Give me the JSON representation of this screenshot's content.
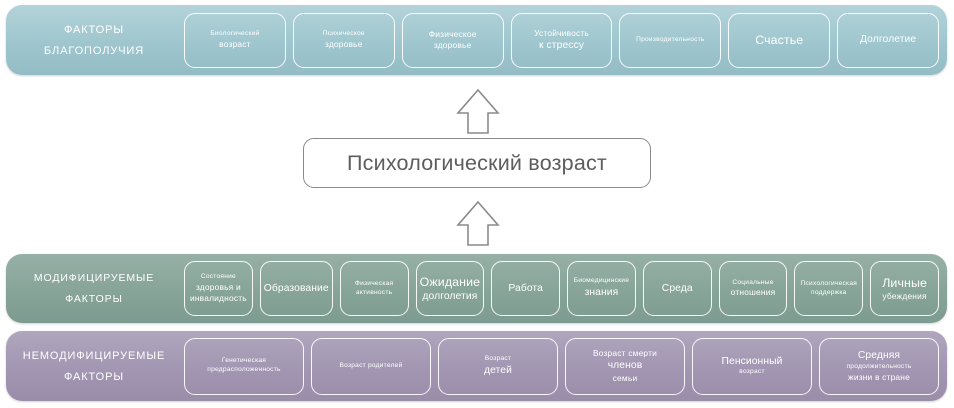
{
  "diagram": {
    "center_node": {
      "label": "Психологический возраст"
    },
    "arrows": [
      {
        "name": "arrow-to-wellbeing",
        "direction": "up"
      },
      {
        "name": "arrow-from-factors",
        "direction": "up"
      }
    ],
    "bands": [
      {
        "id": "wellbeing",
        "title_line1": "ФАКТОРЫ",
        "title_line2": "БЛАГОПОЛУЧИЯ",
        "color": "#9fc6ce",
        "chips": [
          {
            "line1": "Биологический",
            "line2": "возраст",
            "size1": "t-xs",
            "size2": "t-sm"
          },
          {
            "line1": "Психическое",
            "line2": "здоровье",
            "size1": "t-xs",
            "size2": "t-sm"
          },
          {
            "line1": "Физическое",
            "line2": "здоровье",
            "size1": "t-sm",
            "size2": "t-sm"
          },
          {
            "line1": "Устойчивость",
            "line2": "к стрессу",
            "size1": "t-sm",
            "size2": "t-md"
          },
          {
            "line1": "Производительность",
            "line2": "",
            "size1": "t-xs",
            "size2": "t-xs"
          },
          {
            "line1": "Счастье",
            "line2": "",
            "size1": "t-lg",
            "size2": "t-lg"
          },
          {
            "line1": "Долголетие",
            "line2": "",
            "size1": "t-md",
            "size2": "t-md"
          }
        ]
      },
      {
        "id": "modifiable",
        "title_line1": "МОДИФИЦИРУЕМЫЕ",
        "title_line2": "ФАКТОРЫ",
        "color": "#87a498",
        "chips": [
          {
            "line1": "Состояние",
            "line2": "здоровья и",
            "line3": "инвалидность",
            "size1": "t-xs",
            "size2": "t-sm",
            "size3": "t-sm"
          },
          {
            "line1": "Образование",
            "line2": "",
            "size1": "t-md",
            "size2": "t-md"
          },
          {
            "line1": "Физическая",
            "line2": "активность",
            "size1": "t-xs",
            "size2": "t-xs"
          },
          {
            "line1": "Ожидание",
            "line2": "долголетия",
            "size1": "t-lg",
            "size2": "t-md"
          },
          {
            "line1": "Работа",
            "line2": "",
            "size1": "t-md",
            "size2": "t-md"
          },
          {
            "line1": "Биомедицинские",
            "line2": "знания",
            "size1": "t-xs",
            "size2": "t-md"
          },
          {
            "line1": "Среда",
            "line2": "",
            "size1": "t-md",
            "size2": "t-md"
          },
          {
            "line1": "Социальные",
            "line2": "отношения",
            "size1": "t-xs",
            "size2": "t-sm"
          },
          {
            "line1": "Психологическая",
            "line2": "поддержка",
            "size1": "t-xs",
            "size2": "t-xs"
          },
          {
            "line1": "Личные",
            "line2": "убеждения",
            "size1": "t-lg",
            "size2": "t-sm"
          }
        ]
      },
      {
        "id": "nonmodifiable",
        "title_line1": "НЕМОДИФИЦИРУЕМЫЕ",
        "title_line2": "ФАКТОРЫ",
        "color": "#a296b2",
        "chips": [
          {
            "line1": "Генетическая",
            "line2": "предрасположенность",
            "size1": "t-xs",
            "size2": "t-xs"
          },
          {
            "line1": "Возраст родителей",
            "line2": "",
            "size1": "t-xs",
            "size2": "t-xs"
          },
          {
            "line1": "Возраст",
            "line2": "детей",
            "size1": "t-xs",
            "size2": "t-md"
          },
          {
            "line1": "Возраст смерти",
            "line2": "членов",
            "line3": "семьи",
            "size1": "t-sm",
            "size2": "t-md",
            "size3": "t-sm"
          },
          {
            "line1": "Пенсионный",
            "line2": "возраст",
            "size1": "t-md",
            "size2": "t-xs"
          },
          {
            "line1": "Средняя",
            "line2": "продолжительность",
            "line3": "жизни в стране",
            "size1": "t-md",
            "size2": "t-xs",
            "size3": "t-sm"
          }
        ]
      }
    ]
  }
}
